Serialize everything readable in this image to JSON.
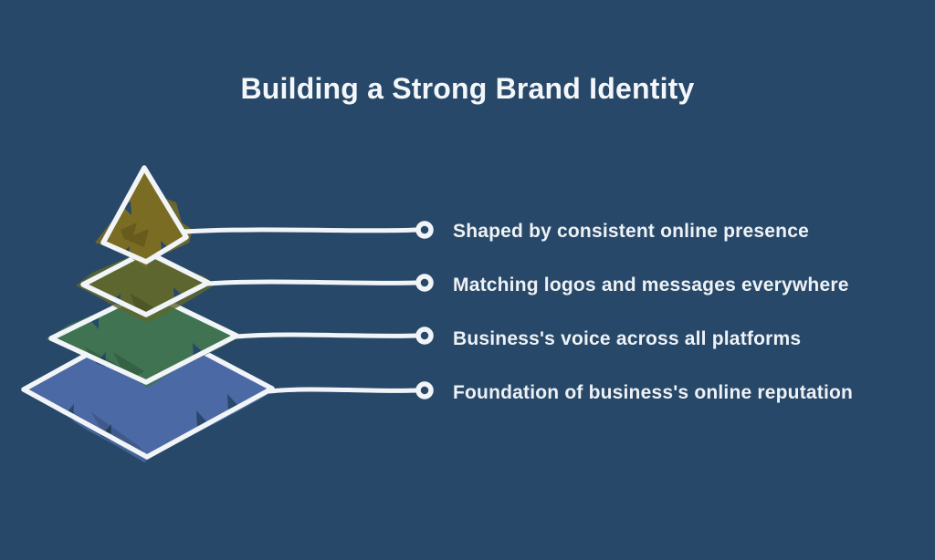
{
  "background": "#274868",
  "title": {
    "text": "Building a Strong Brand Identity",
    "color": "#f4f7fa"
  },
  "diagram": {
    "type": "pyramid",
    "outline_color": "#f2f5f8",
    "connector_color": "#f2f5f8",
    "marker": "ring-icon"
  },
  "label_color": "#eef2f6",
  "levels": [
    {
      "label": "Shaped by consistent online presence",
      "color": "#7a6c23"
    },
    {
      "label": "Matching logos and messages everywhere",
      "color": "#5d662f"
    },
    {
      "label": "Business's voice across all platforms",
      "color": "#3f7351"
    },
    {
      "label": "Foundation of business's online reputation",
      "color": "#4b69a4"
    }
  ]
}
